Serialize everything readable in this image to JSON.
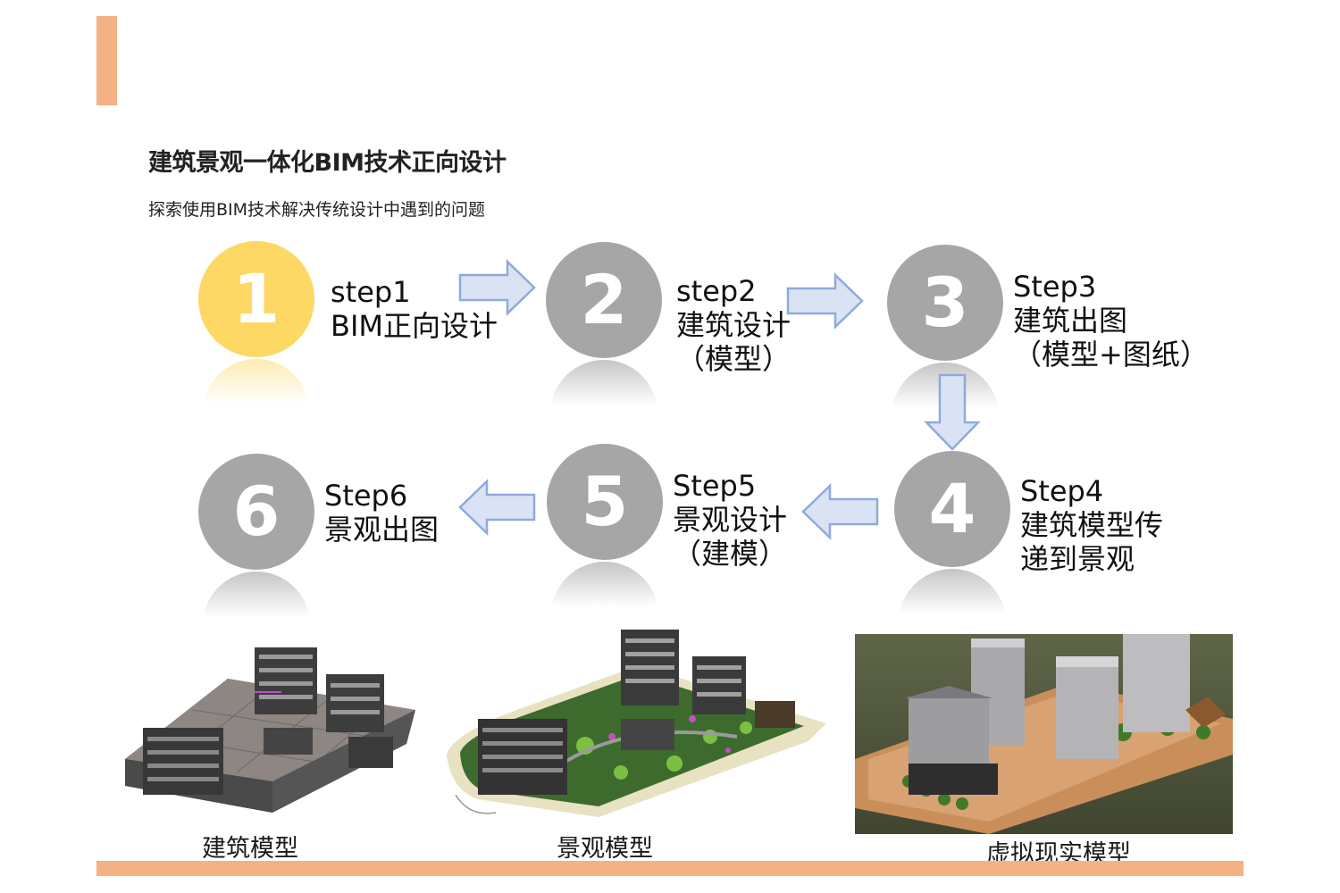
{
  "header": {
    "title": "建筑景观一体化BIM技术正向设计",
    "subtitle": "探索使用BIM技术解决传统设计中遇到的问题"
  },
  "steps": [
    {
      "number": "1",
      "line1": "step1",
      "line2": "BIM正向设计",
      "line3": ""
    },
    {
      "number": "2",
      "line1": "step2",
      "line2": "建筑设计",
      "line3": "（模型）"
    },
    {
      "number": "3",
      "line1": "Step3",
      "line2": "建筑出图",
      "line3": "（模型+图纸）"
    },
    {
      "number": "4",
      "line1": "Step4",
      "line2": "建筑模型传",
      "line3": "递到景观"
    },
    {
      "number": "5",
      "line1": "Step5",
      "line2": "景观设计",
      "line3": "（建模）"
    },
    {
      "number": "6",
      "line1": "Step6",
      "line2": "景观出图",
      "line3": ""
    }
  ],
  "captions": {
    "architecture_model": "建筑模型",
    "landscape_model": "景观模型",
    "vr_model": "虚拟现实模型"
  },
  "colors": {
    "accent": "#f4b183",
    "active_step": "#fdd865",
    "inactive_step": "#a6a6a6",
    "arrow_fill": "#dae3f3",
    "arrow_stroke": "#8faadc"
  }
}
